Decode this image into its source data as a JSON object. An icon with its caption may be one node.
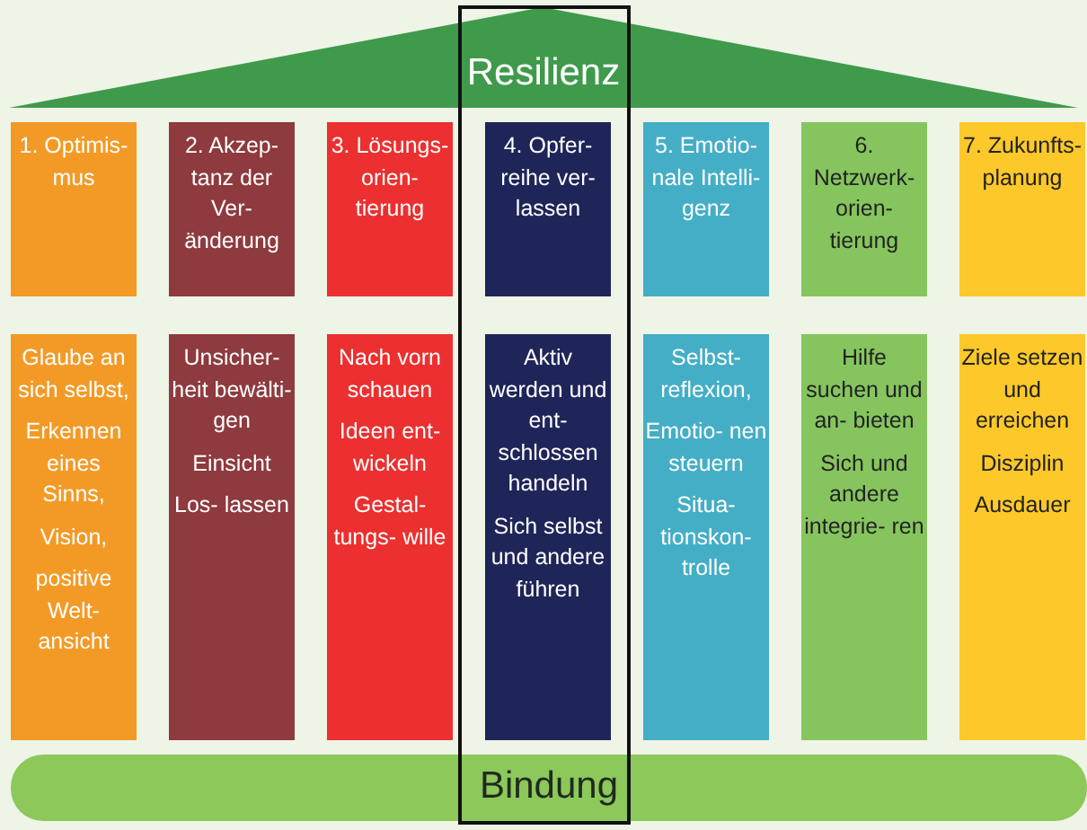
{
  "diagram": {
    "nodes": [
      {
        "text": [
          "Resilienz"
        ]
      },
      {
        "text": [
          "1. Optimis- mus"
        ]
      },
      {
        "text": [
          "2. Akzep- tanz der Ver- änderung"
        ]
      },
      {
        "text": [
          "3. Lösungs- orien- tierung"
        ]
      },
      {
        "text": [
          "4. Opfer- reihe ver- lassen"
        ]
      },
      {
        "text": [
          "5. Emotio- nale Intelli- genz"
        ]
      },
      {
        "text": [
          "6. Netzwerk- orien- tierung"
        ]
      },
      {
        "text": [
          "7. Zukunfts- planung"
        ]
      },
      {
        "text": [
          "Glaube an sich selbst,",
          "Erkennen eines Sinns,",
          "Vision,",
          "positive Welt- ansicht"
        ]
      },
      {
        "text": [
          "Unsicher- heit bewälti- gen",
          "Einsicht",
          "Los- lassen"
        ]
      },
      {
        "text": [
          "Nach vorn schauen",
          "Ideen ent- wickeln",
          "Gestal- tungs- wille"
        ]
      },
      {
        "text": [
          "Aktiv werden und ent- schlossen handeln",
          "Sich selbst und andere führen"
        ]
      },
      {
        "text": [
          "Selbst- reflexion,",
          "Emotio- nen steuern",
          "Situa- tionskon- trolle"
        ]
      },
      {
        "text": [
          "Hilfe suchen und an- bieten",
          "Sich und andere integrie- ren"
        ]
      },
      {
        "text": [
          "Ziele setzen und erreichen",
          "Disziplin",
          "Ausdauer"
        ]
      },
      {
        "text": [
          "Bindung"
        ]
      }
    ]
  }
}
